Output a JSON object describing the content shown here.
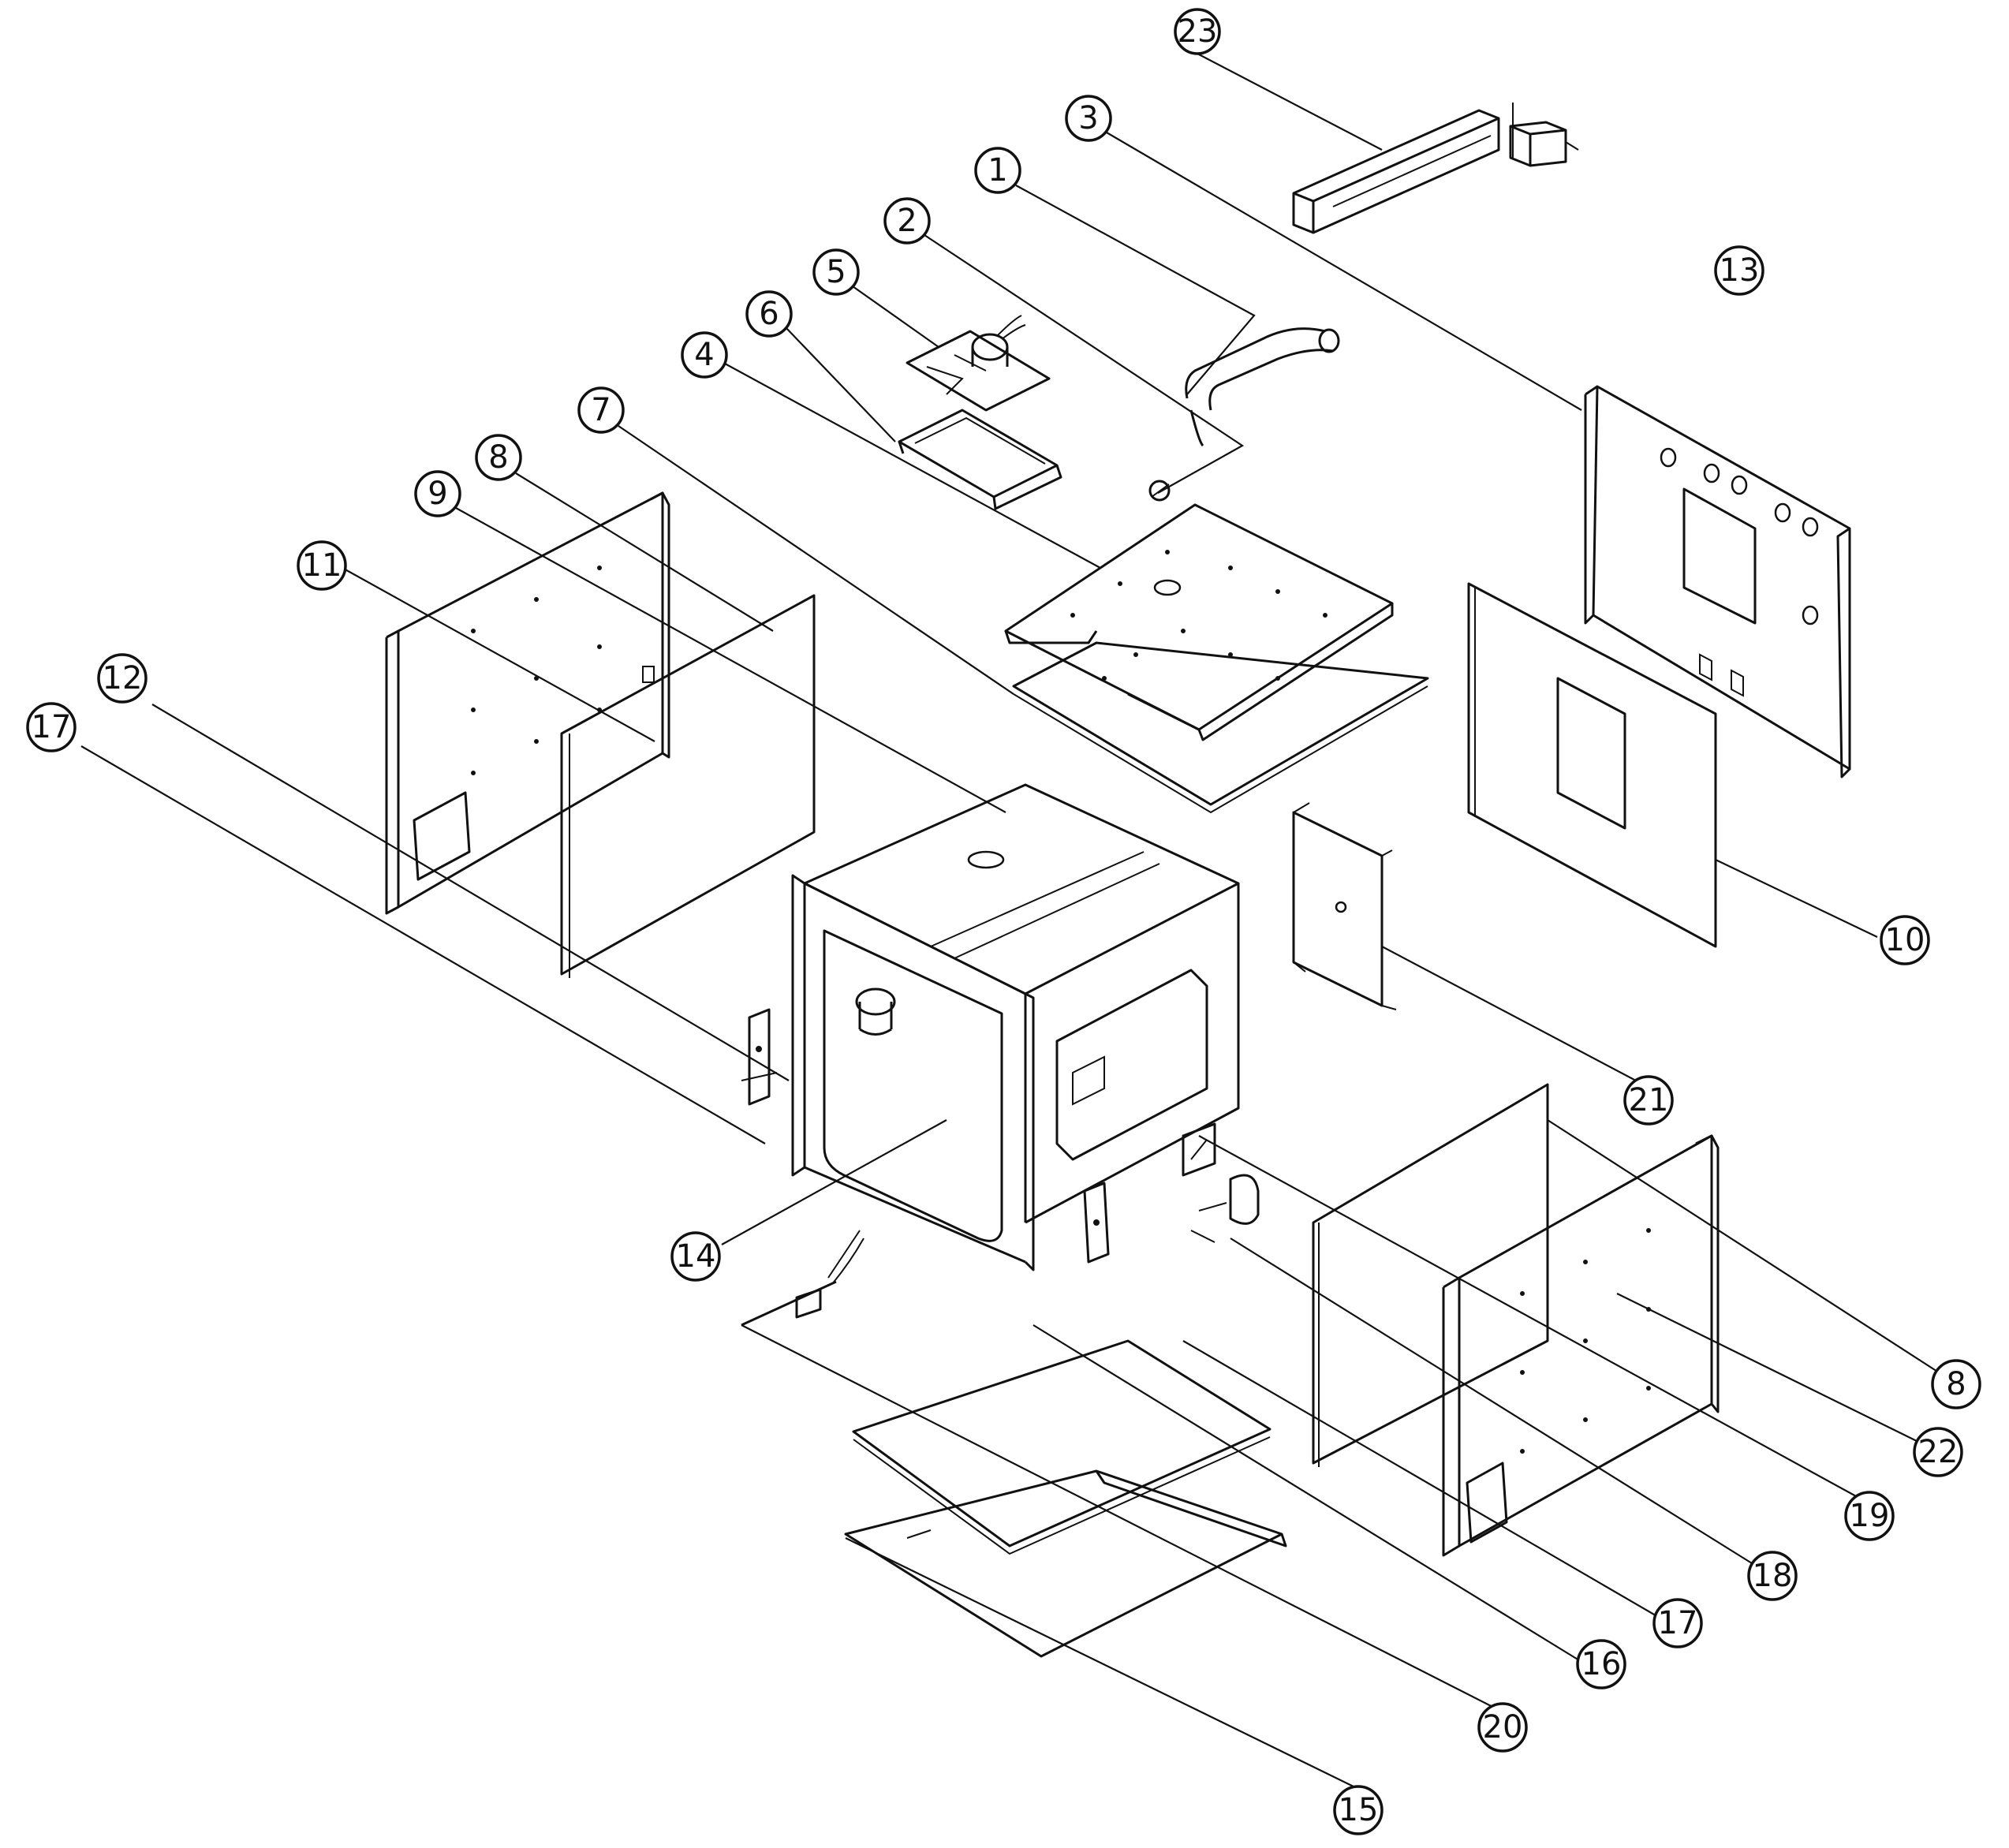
{
  "callouts": [
    {
      "id": "c23",
      "label": "23"
    },
    {
      "id": "c3",
      "label": "3"
    },
    {
      "id": "c1",
      "label": "1"
    },
    {
      "id": "c2",
      "label": "2"
    },
    {
      "id": "c5",
      "label": "5"
    },
    {
      "id": "c6",
      "label": "6"
    },
    {
      "id": "c4",
      "label": "4"
    },
    {
      "id": "c7",
      "label": "7"
    },
    {
      "id": "c8a",
      "label": "8"
    },
    {
      "id": "c9",
      "label": "9"
    },
    {
      "id": "c11",
      "label": "11"
    },
    {
      "id": "c12",
      "label": "12"
    },
    {
      "id": "c17a",
      "label": "17"
    },
    {
      "id": "c13",
      "label": "13"
    },
    {
      "id": "c10",
      "label": "10"
    },
    {
      "id": "c21",
      "label": "21"
    },
    {
      "id": "c14",
      "label": "14"
    },
    {
      "id": "c8b",
      "label": "8"
    },
    {
      "id": "c22",
      "label": "22"
    },
    {
      "id": "c19",
      "label": "19"
    },
    {
      "id": "c18",
      "label": "18"
    },
    {
      "id": "c17b",
      "label": "17"
    },
    {
      "id": "c16",
      "label": "16"
    },
    {
      "id": "c20",
      "label": "20"
    },
    {
      "id": "c15",
      "label": "15"
    }
  ]
}
